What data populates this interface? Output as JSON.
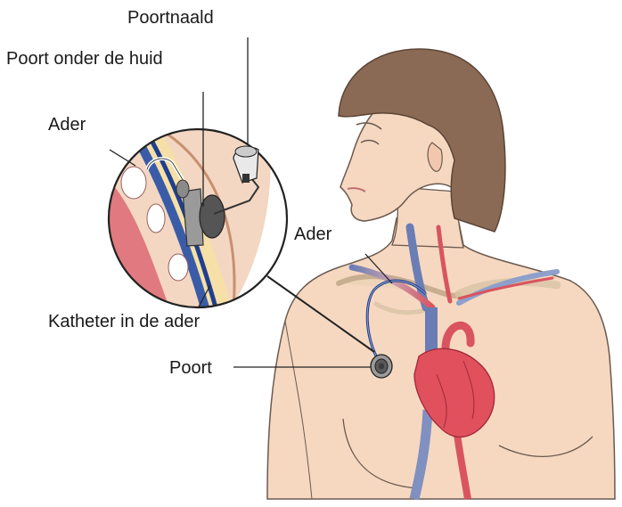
{
  "labels": {
    "poortnaald": "Poortnaald",
    "poort_onder_de_huid": "Poort onder de huid",
    "ader_inset": "Ader",
    "ader_neck": "Ader",
    "katheter": "Katheter in de ader",
    "poort": "Poort"
  },
  "colors": {
    "skin": "#f6d8c1",
    "skin_outline": "#6b5a50",
    "hair": "#8a6a55",
    "vein_blue": "#5a6fa8",
    "artery_red": "#d9545f",
    "heart": "#e0505d",
    "catheter": "#1f3f8f",
    "port": "#8c8c8c",
    "line": "#222222"
  }
}
